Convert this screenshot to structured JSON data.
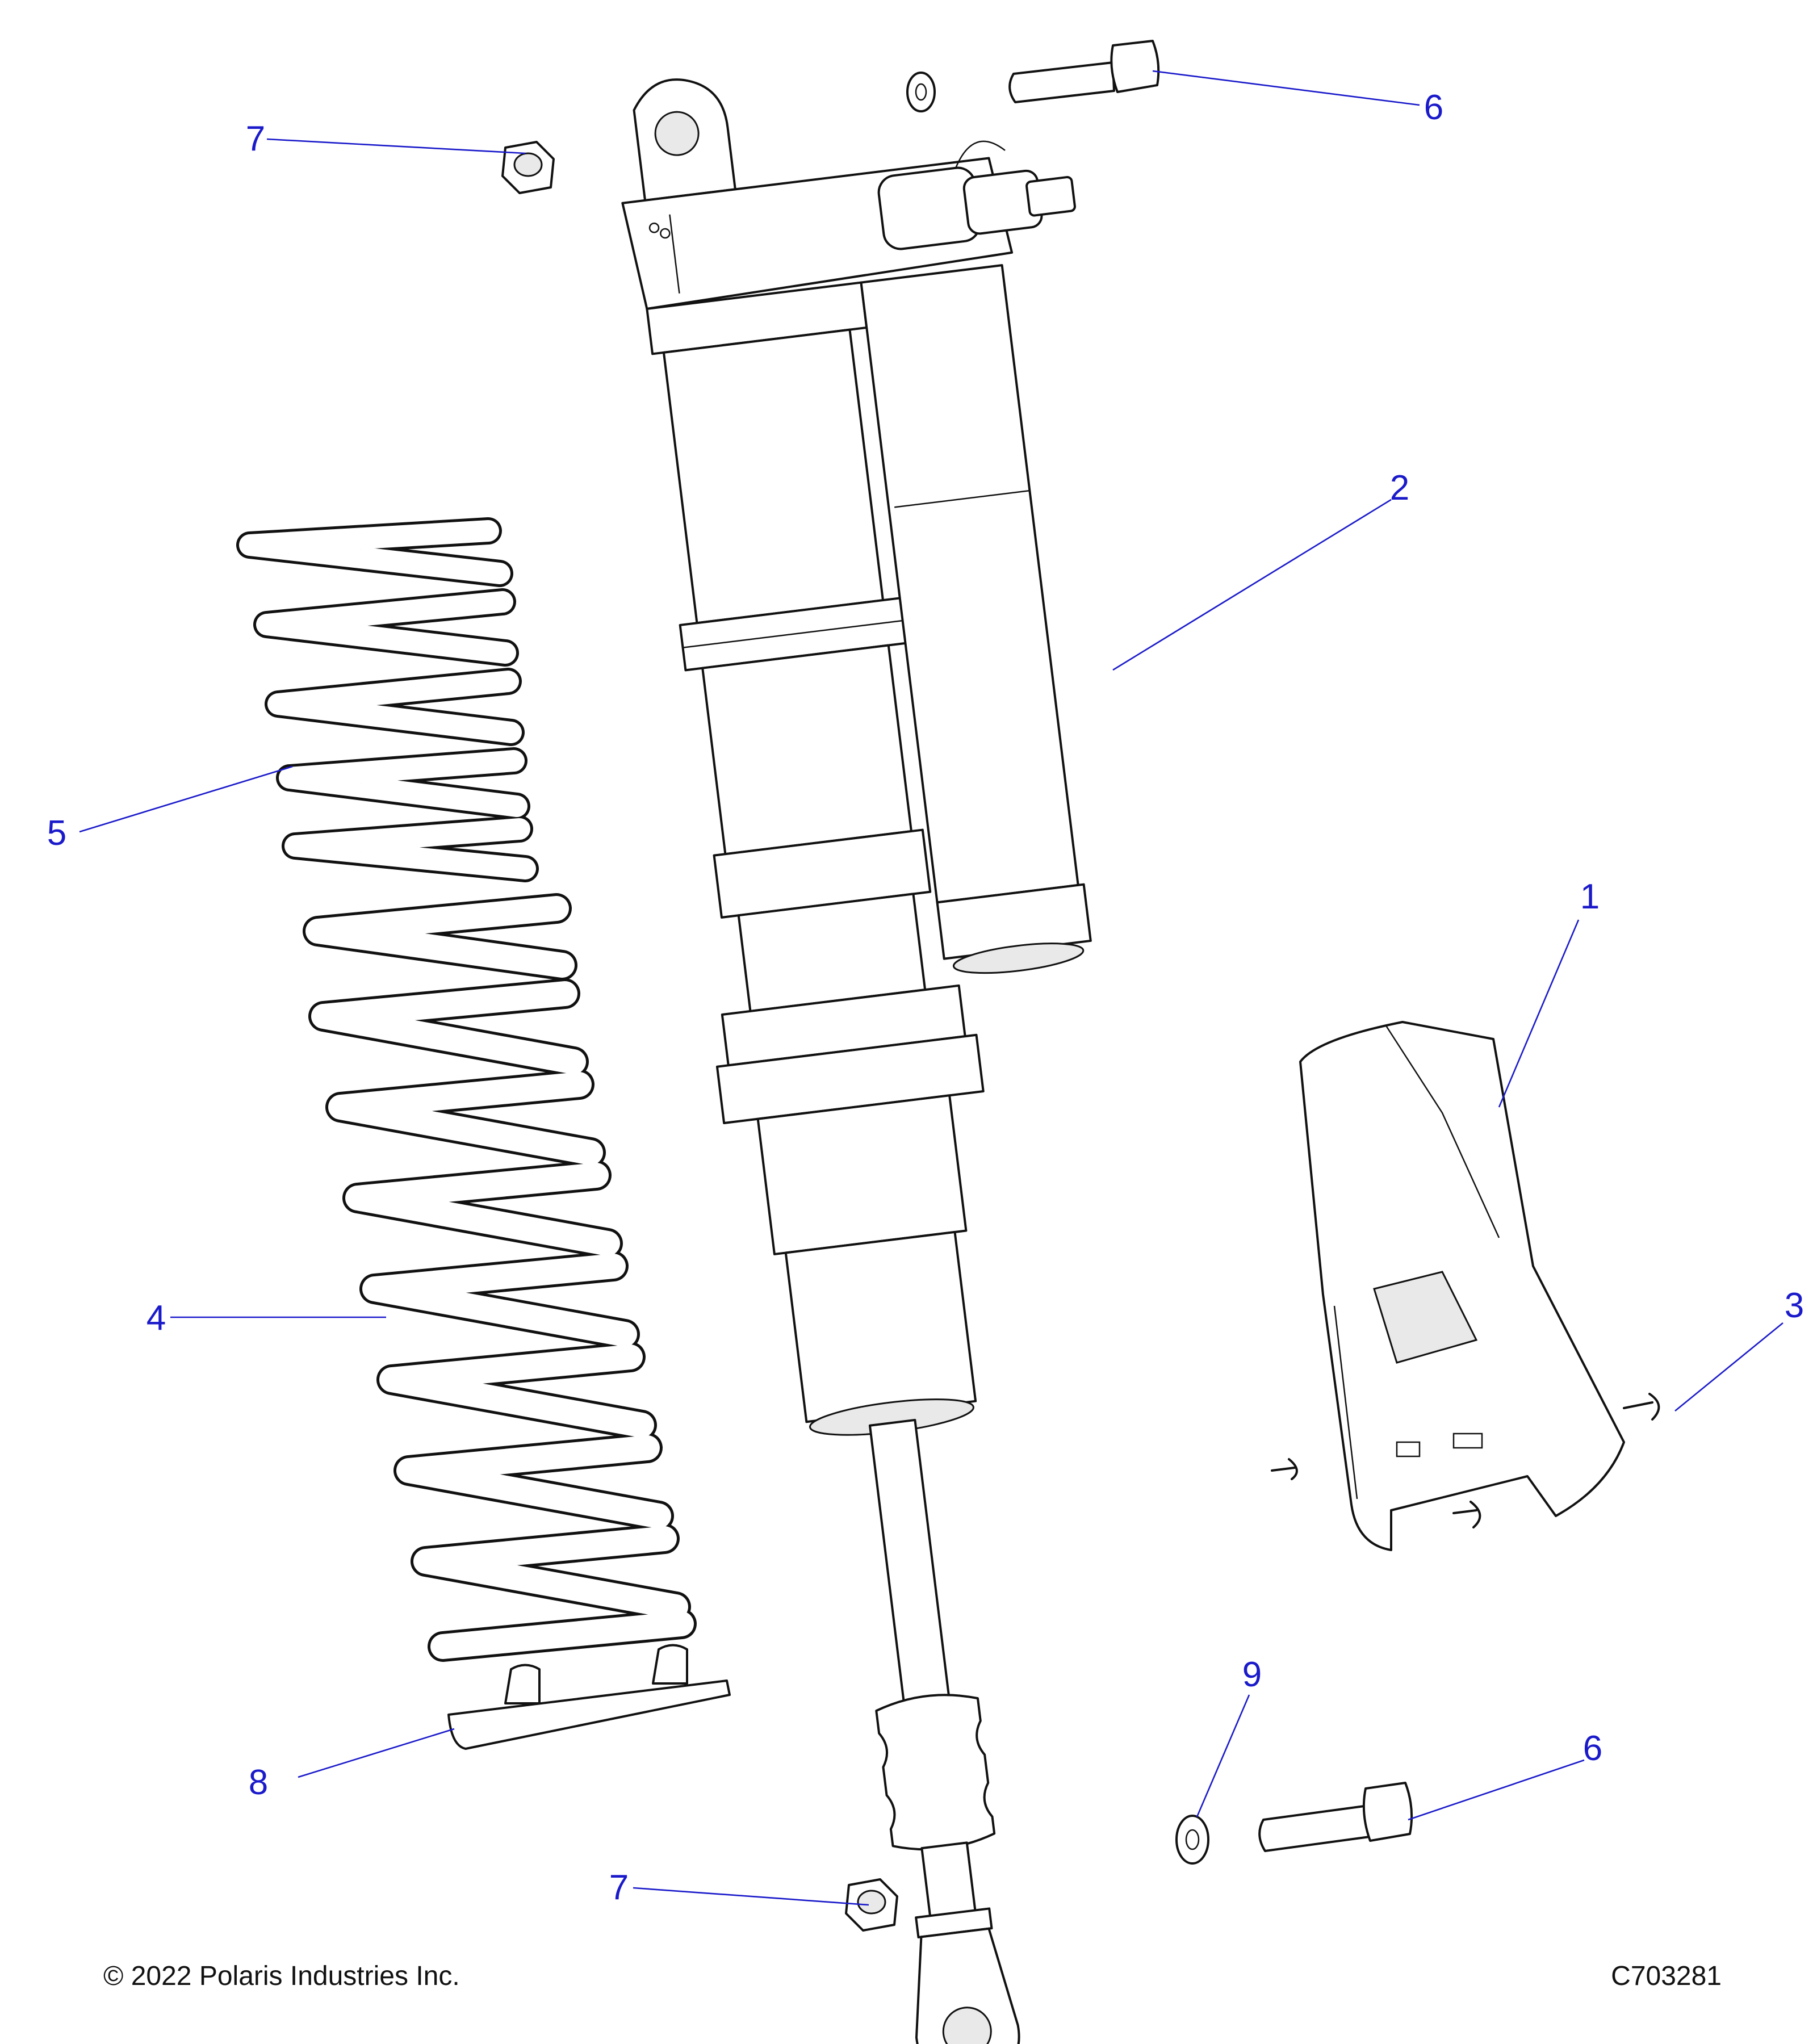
{
  "callouts": [
    {
      "id": "1",
      "label": "1"
    },
    {
      "id": "2",
      "label": "2"
    },
    {
      "id": "3",
      "label": "3"
    },
    {
      "id": "4",
      "label": "4"
    },
    {
      "id": "5",
      "label": "5"
    },
    {
      "id": "6a",
      "label": "6"
    },
    {
      "id": "6b",
      "label": "6"
    },
    {
      "id": "7a",
      "label": "7"
    },
    {
      "id": "7b",
      "label": "7"
    },
    {
      "id": "8",
      "label": "8"
    },
    {
      "id": "9",
      "label": "9"
    }
  ],
  "footer": {
    "copyright": "© 2022 Polaris Industries Inc.",
    "drawing_id": "C703281"
  },
  "colors": {
    "callout": "#1a1acb",
    "line": "#111111"
  }
}
